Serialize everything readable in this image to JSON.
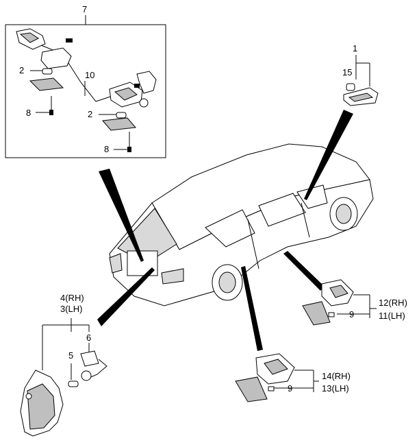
{
  "labels": {
    "l7": "7",
    "l10": "10",
    "l2a": "2",
    "l2b": "2",
    "l8a": "8",
    "l8b": "8",
    "l1": "1",
    "l15": "15",
    "l4": "4(RH)",
    "l3": "3(LH)",
    "l5": "5",
    "l6": "6",
    "l12": "12(RH)",
    "l11": "11(LH)",
    "l9a": "9",
    "l14": "14(RH)",
    "l13": "13(LH)",
    "l9b": "9"
  }
}
